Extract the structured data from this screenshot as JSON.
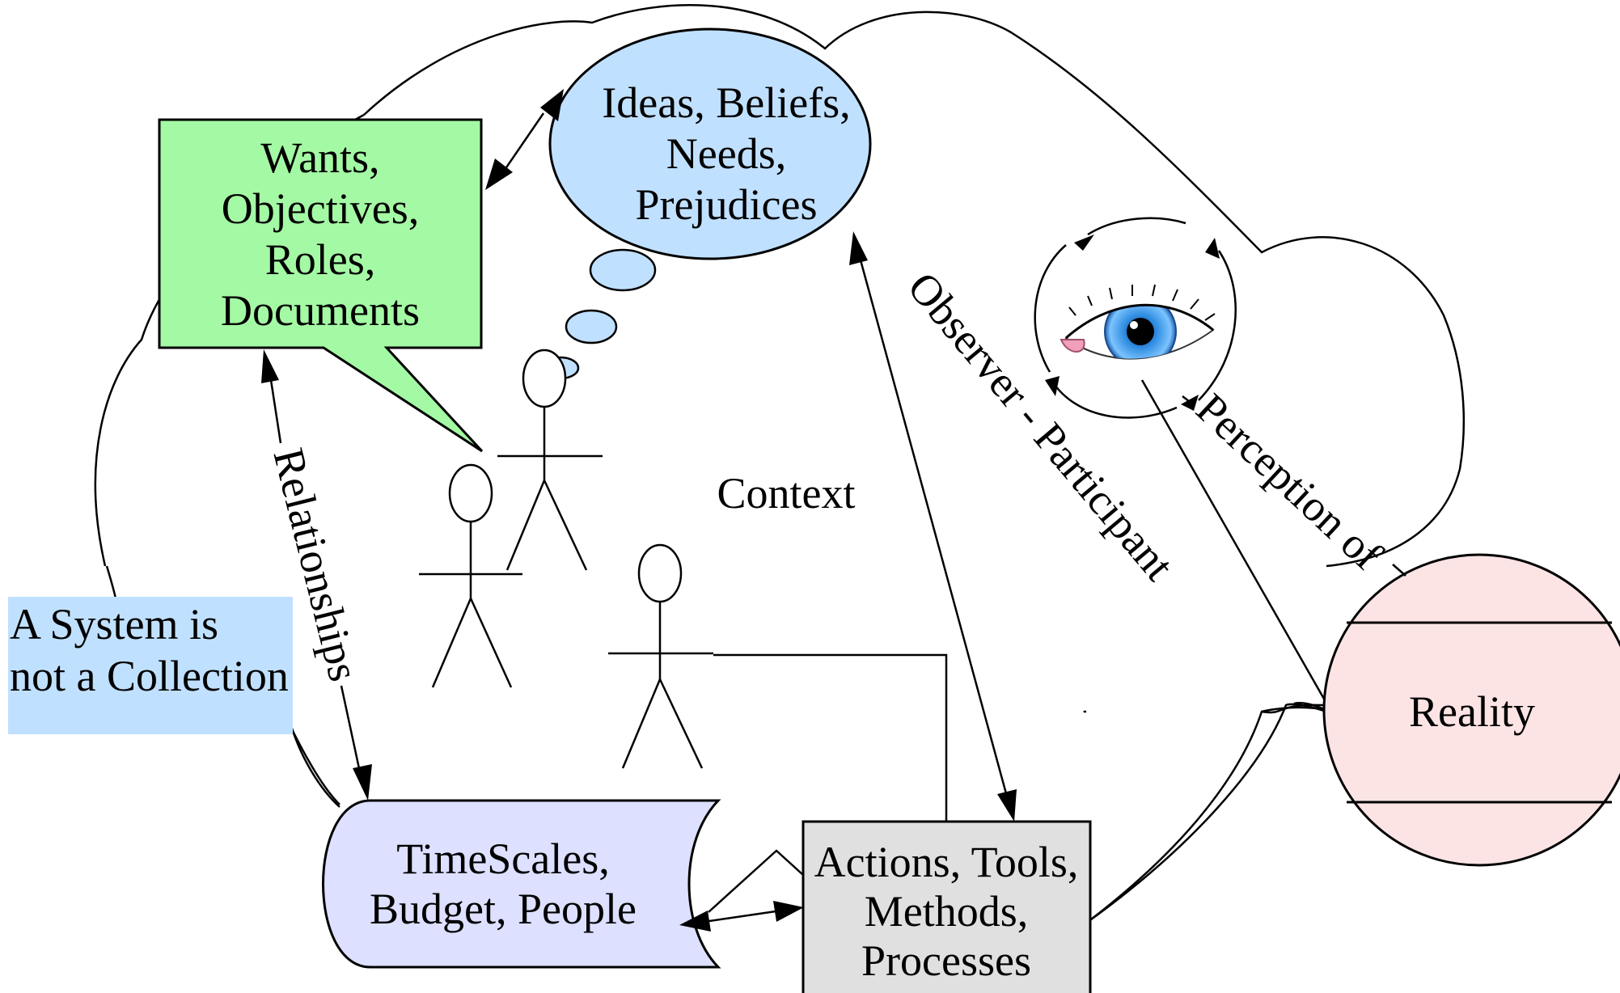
{
  "diagram": {
    "context_label": "Context",
    "wants_box": {
      "lines": [
        "Wants,",
        "Objectives,",
        "Roles,",
        "Documents"
      ],
      "fill": "#a4f9a4"
    },
    "ideas_bubble": {
      "lines": [
        "Ideas, Beliefs,",
        "Needs,",
        "Prejudices"
      ],
      "fill": "#c0e0ff"
    },
    "timescales_shape": {
      "lines": [
        "TimeScales,",
        "Budget, People"
      ],
      "fill": "#dde0ff"
    },
    "actions_box": {
      "lines": [
        "Actions, Tools,",
        "Methods,",
        "Processes"
      ],
      "fill": "#e0e0e0"
    },
    "reality_circle": {
      "label": "Reality",
      "fill": "#fde4e4"
    },
    "system_note": {
      "lines": [
        "A System is",
        "not a Collection"
      ],
      "fill": "#c0e0ff"
    },
    "relationships_label": "Relationships",
    "observer_label": "Observer - Participant",
    "perception_label": "Perception of",
    "eye": {
      "icon": "eye-icon",
      "iris_color": "#2e8be0",
      "caruncle_color": "#f0a0b8"
    }
  }
}
